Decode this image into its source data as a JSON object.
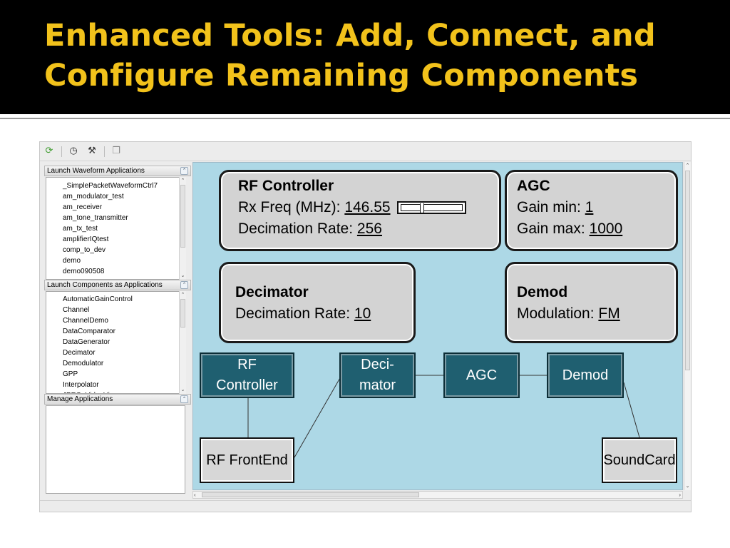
{
  "slide": {
    "title_line1": "Enhanced Tools: Add, Connect, and",
    "title_line2": "Configure Remaining Components"
  },
  "toolbar": {
    "icons": [
      "refresh-icon",
      "clock-icon",
      "tools-icon",
      "windows-icon"
    ]
  },
  "left_panel": {
    "waveforms": {
      "header": "Launch Waveform Applications",
      "items": [
        "_SimplePacketWaveformCtrl7",
        "am_modulator_test",
        "am_receiver",
        "am_tone_transmitter",
        "am_tx_test",
        "amplifierIQtest",
        "comp_to_dev",
        "demo",
        "demo090508"
      ]
    },
    "components": {
      "header": "Launch Components as Applications",
      "items": [
        "AutomaticGainControl",
        "Channel",
        "ChannelDemo",
        "DataComparator",
        "DataGenerator",
        "Decimator",
        "Demodulator",
        "GPP",
        "Interpolator",
        "JPEG_VideoViewer"
      ]
    },
    "manage": {
      "header": "Manage Applications"
    }
  },
  "props": {
    "rf_controller": {
      "title": "RF Controller",
      "rx_label": "Rx Freq (MHz): ",
      "rx_value": "146.55",
      "dec_label": "Decimation Rate:  ",
      "dec_value": "256"
    },
    "agc": {
      "title": "AGC",
      "min_label": "Gain min:  ",
      "min_value": "1",
      "max_label": "Gain max:  ",
      "max_value": "1000"
    },
    "decimator": {
      "title": "Decimator",
      "dec_label": "Decimation Rate:  ",
      "dec_value": "10"
    },
    "demod": {
      "title": "Demod",
      "mod_label": "Modulation:  ",
      "mod_value": "FM"
    }
  },
  "components": {
    "rf_controller": {
      "line1": "RF",
      "line2": "Controller"
    },
    "decimator": {
      "line1": "Deci-",
      "line2": "mator"
    },
    "agc": {
      "line1": "AGC"
    },
    "demod": {
      "line1": "Demod"
    }
  },
  "hardware": {
    "rf_front_end": {
      "line1": "RF Front",
      "line2": "End"
    },
    "sound_card": {
      "line1": "Sound",
      "line2": "Card"
    }
  },
  "colors": {
    "title_text": "#f2c21b",
    "canvas_bg": "#add8e6",
    "component_fill": "#1f5f70",
    "property_box_fill": "#d3d3d3"
  }
}
